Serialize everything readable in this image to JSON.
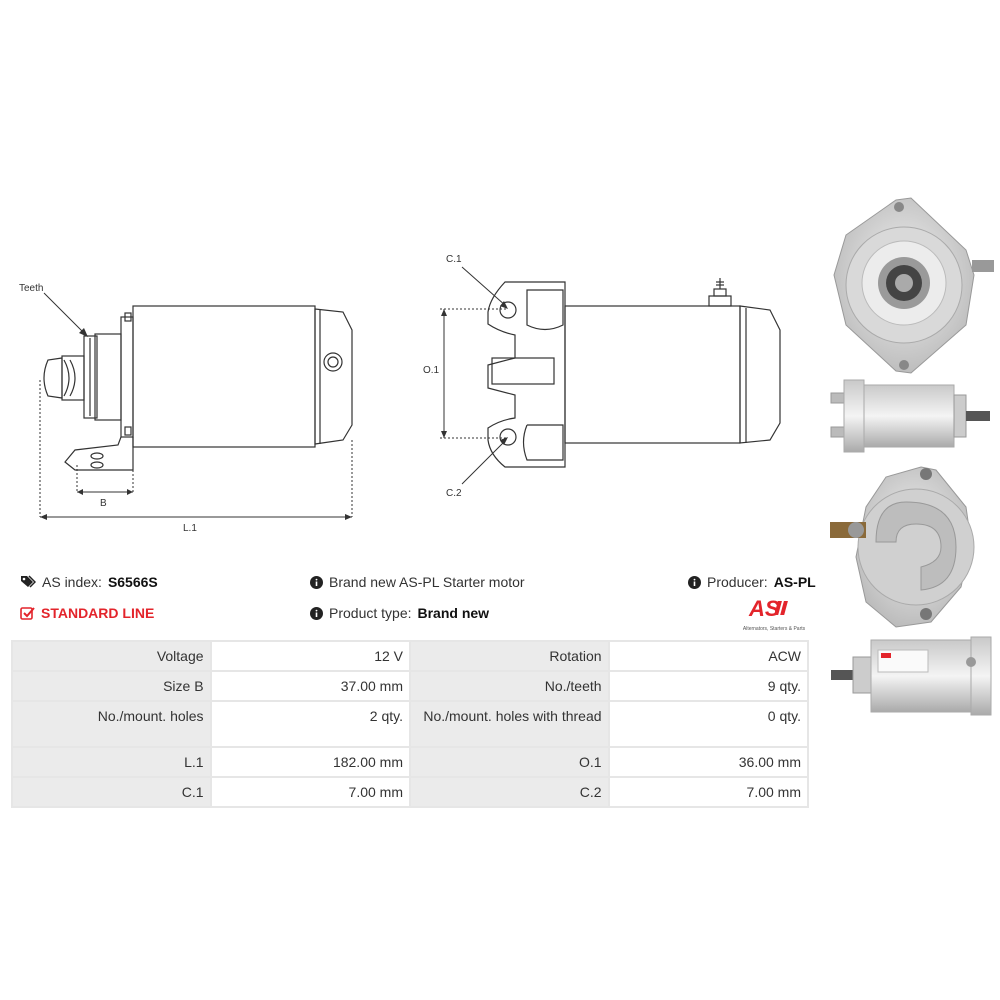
{
  "diagram": {
    "teeth_label": "Teeth",
    "b_label": "B",
    "l1_label": "L.1",
    "c1_label": "C.1",
    "c2_label": "C.2",
    "o1_label": "O.1"
  },
  "info": {
    "as_index_label": "AS index:",
    "as_index_value": "S6566S",
    "standard_line": "STANDARD LINE",
    "brand_text": "Brand new AS-PL Starter motor",
    "product_type_label": "Product type:",
    "product_type_value": "Brand new",
    "producer_label": "Producer:",
    "producer_value": "AS-PL",
    "logo_text": "AS",
    "logo_tagline": "Alternators, Starters & Parts"
  },
  "specs": [
    {
      "l1": "Voltage",
      "v1": "12 V",
      "l2": "Rotation",
      "v2": "ACW"
    },
    {
      "l1": "Size B",
      "v1": "37.00 mm",
      "l2": "No./teeth",
      "v2": "9 qty."
    },
    {
      "l1": "No./mount. holes",
      "v1": "2 qty.",
      "l2": "No./mount. holes with thread",
      "v2": "0 qty."
    },
    {
      "l1": "L.1",
      "v1": "182.00 mm",
      "l2": "O.1",
      "v2": "36.00 mm"
    },
    {
      "l1": "C.1",
      "v1": "7.00 mm",
      "l2": "C.2",
      "v2": "7.00 mm"
    }
  ]
}
